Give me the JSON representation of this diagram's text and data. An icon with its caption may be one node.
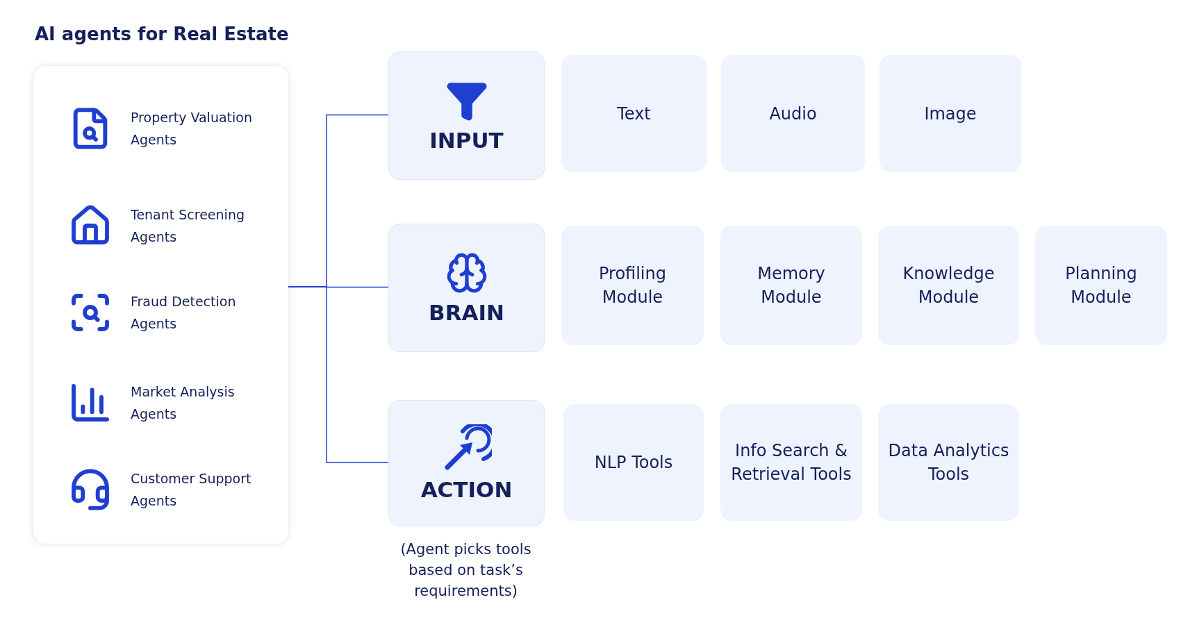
{
  "diagram": {
    "title": "AI agents for Real Estate",
    "nodes": [
      {
        "text": [],
        "shape": "box"
      },
      {
        "text": [
          "Property Valuation Agents"
        ],
        "in": 0
      },
      {
        "text": [
          "Tenant Screening Agents"
        ],
        "in": 0
      },
      {
        "text": [
          "Fraud Detection Agents"
        ],
        "in": 0
      },
      {
        "text": [
          "Market Analysis Agents"
        ],
        "in": 0
      },
      {
        "text": [
          "Customer Support Agents"
        ],
        "in": 0
      },
      {
        "text": [
          "INPUT"
        ]
      },
      {
        "text": [
          "Text"
        ]
      },
      {
        "text": [
          "Audio"
        ]
      },
      {
        "text": [
          "Image"
        ]
      },
      {
        "text": [
          "BRAIN"
        ]
      },
      {
        "text": [
          "Profiling Module"
        ]
      },
      {
        "text": [
          "Memory Module"
        ]
      },
      {
        "text": [
          "Knowledge Module"
        ]
      },
      {
        "text": [
          "Planning Module"
        ]
      },
      {
        "text": [
          "ACTION"
        ],
        "beside": [
          "(Agent picks tools based on task’s requirements)"
        ]
      },
      {
        "text": [
          "NLP Tools"
        ]
      },
      {
        "text": [
          "Info Search & Retrieval Tools"
        ]
      },
      {
        "text": [
          "Data Analytics Tools"
        ]
      }
    ],
    "edges": [
      {
        "from": 0,
        "to": 6,
        "arrow": "none"
      },
      {
        "from": 0,
        "to": 10,
        "arrow": "none"
      },
      {
        "from": 0,
        "to": 15,
        "arrow": "none"
      }
    ]
  }
}
